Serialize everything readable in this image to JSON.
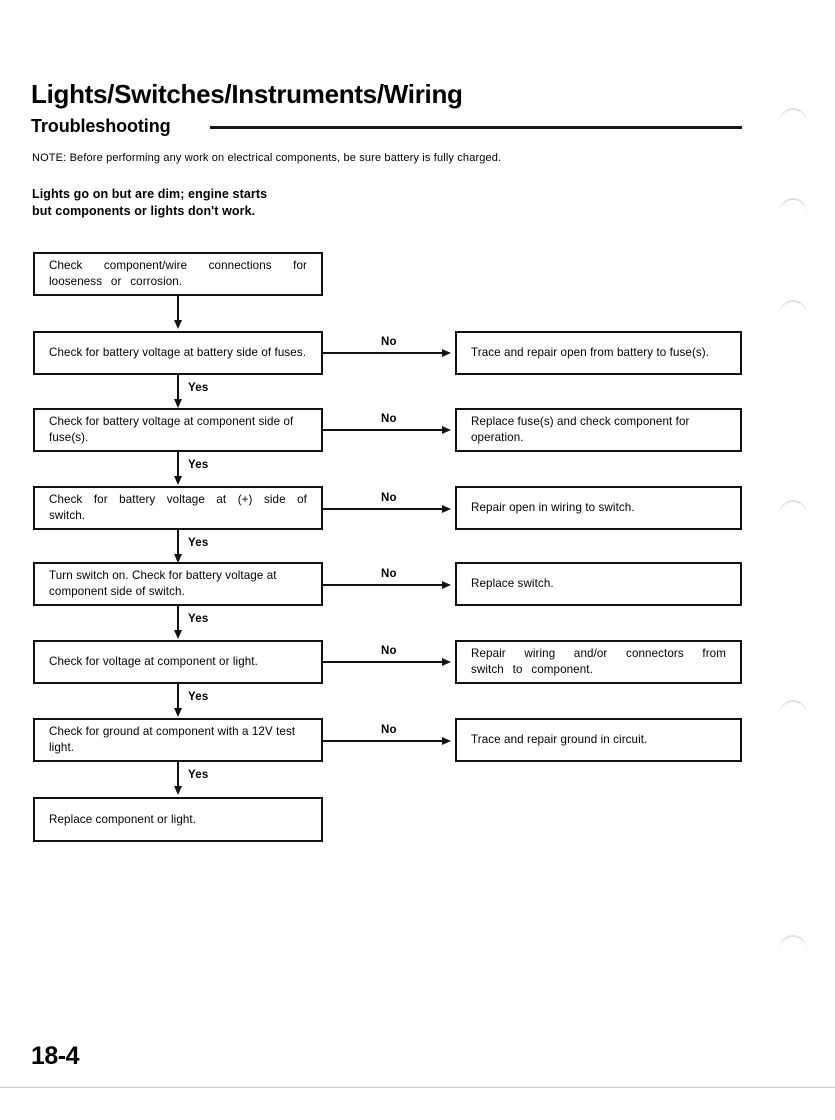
{
  "header": {
    "title": "Lights/Switches/Instruments/Wiring",
    "section": "Troubleshooting",
    "note": "NOTE: Before performing any work on electrical components, be sure battery is fully charged.",
    "subject_line1": "Lights go on but are dim; engine starts",
    "subject_line2": "but components or lights don't work."
  },
  "flowchart": {
    "type": "flowchart",
    "yes_label": "Yes",
    "no_label": "No",
    "steps": [
      {
        "id": "step-1",
        "text": "Check component/wire connections for looseness or corrosion.",
        "branch_no": null
      },
      {
        "id": "step-2",
        "text": "Check for battery voltage at battery side of fuses.",
        "branch_no": "Trace and repair open from battery to fuse(s)."
      },
      {
        "id": "step-3",
        "text": "Check for battery voltage at component side of fuse(s).",
        "branch_no": "Replace fuse(s) and check component for operation."
      },
      {
        "id": "step-4",
        "text": "Check for battery voltage at (+) side of switch.",
        "branch_no": "Repair open in wiring to switch."
      },
      {
        "id": "step-5",
        "text": "Turn switch on. Check for battery voltage at component side of switch.",
        "branch_no": "Replace switch."
      },
      {
        "id": "step-6",
        "text": "Check for voltage at component or light.",
        "branch_no": "Repair wiring and/or connectors from switch to component."
      },
      {
        "id": "step-7",
        "text": "Check for ground at component with a 12V test light.",
        "branch_no": "Trace and repair ground in circuit."
      },
      {
        "id": "step-8",
        "text": "Replace component or light.",
        "branch_no": null
      }
    ]
  },
  "footer": {
    "page_number": "18-4"
  }
}
